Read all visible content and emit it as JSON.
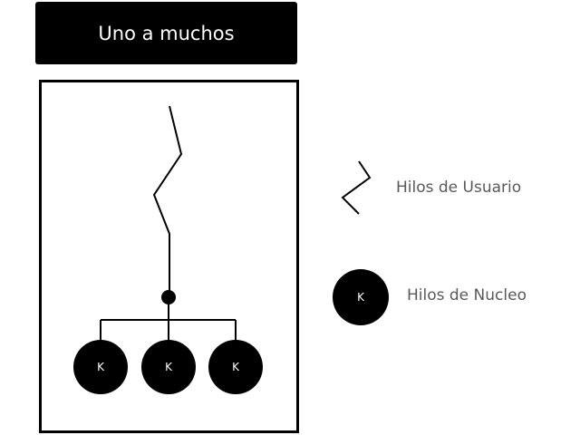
{
  "title": "Uno a muchos",
  "diagram": {
    "kernel_threads": [
      {
        "label": "K"
      },
      {
        "label": "K"
      },
      {
        "label": "K"
      }
    ]
  },
  "legend": {
    "user_threads": {
      "label": "Hilos de Usuario",
      "icon": "zigzag-thread-icon"
    },
    "kernel_threads": {
      "label": "Hilos de Nucleo",
      "icon": "k-circle-icon",
      "symbol": "K"
    }
  },
  "colors": {
    "foreground": "#000000",
    "background": "#ffffff",
    "legend_text": "#595959"
  }
}
